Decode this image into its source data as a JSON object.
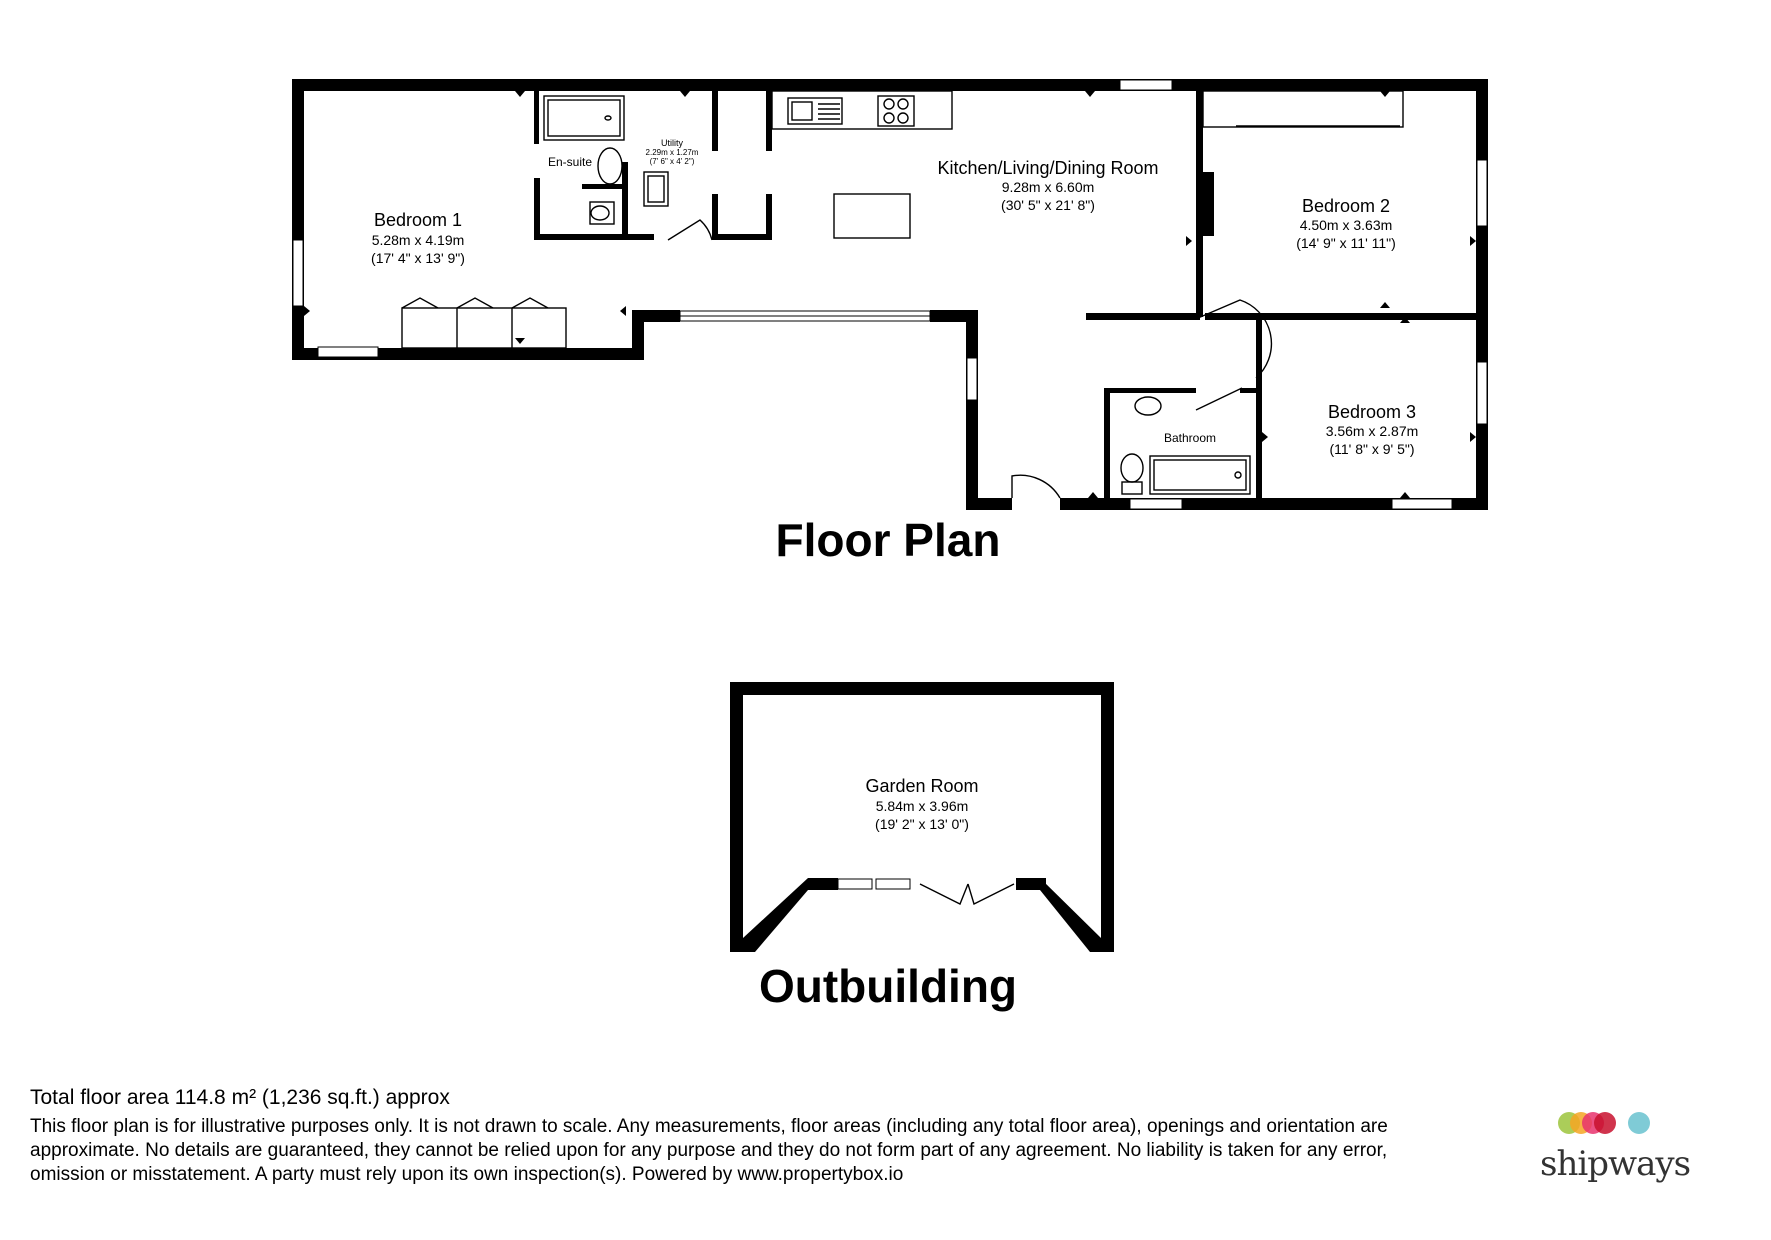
{
  "floor_plan": {
    "title": "Floor Plan",
    "rooms": [
      {
        "id": "bedroom1",
        "name": "Bedroom 1",
        "metric": "5.28m x 4.19m",
        "imperial": "(17' 4\" x 13' 9\")"
      },
      {
        "id": "ensuite",
        "name": "En-suite"
      },
      {
        "id": "utility",
        "name": "Utility",
        "metric": "2.29m x 1.27m",
        "imperial": "(7' 6\" x 4' 2\")"
      },
      {
        "id": "kitchen",
        "name": "Kitchen/Living/Dining Room",
        "metric": "9.28m x 6.60m",
        "imperial": "(30' 5\" x 21' 8\")"
      },
      {
        "id": "bedroom2",
        "name": "Bedroom 2",
        "metric": "4.50m x 3.63m",
        "imperial": "(14' 9\" x 11' 11\")"
      },
      {
        "id": "bedroom3",
        "name": "Bedroom 3",
        "metric": "3.56m x 2.87m",
        "imperial": "(11' 8\" x 9' 5\")"
      },
      {
        "id": "bathroom",
        "name": "Bathroom"
      }
    ]
  },
  "outbuilding": {
    "title": "Outbuilding",
    "rooms": [
      {
        "id": "garden",
        "name": "Garden Room",
        "metric": "5.84m x 3.96m",
        "imperial": "(19' 2\" x 13' 0\")"
      }
    ]
  },
  "footer": {
    "total_area": "Total floor area 114.8 m² (1,236 sq.ft.) approx",
    "disclaimer": "This floor plan is for illustrative purposes only. It is not drawn to scale. Any measurements, floor areas (including any total floor area), openings and orientation are approximate. No details are guaranteed, they cannot be relied upon for any purpose and they do not form part of any agreement. No liability is taken for any error, omission or misstatement. A party must rely upon its own inspection(s). Powered by www.propertybox.io"
  },
  "logo": {
    "wordmark": "shipways",
    "dot_colors": [
      "#9cc43c",
      "#f5a623",
      "#e8336d",
      "#c8102e",
      "#7fcbd6"
    ]
  }
}
